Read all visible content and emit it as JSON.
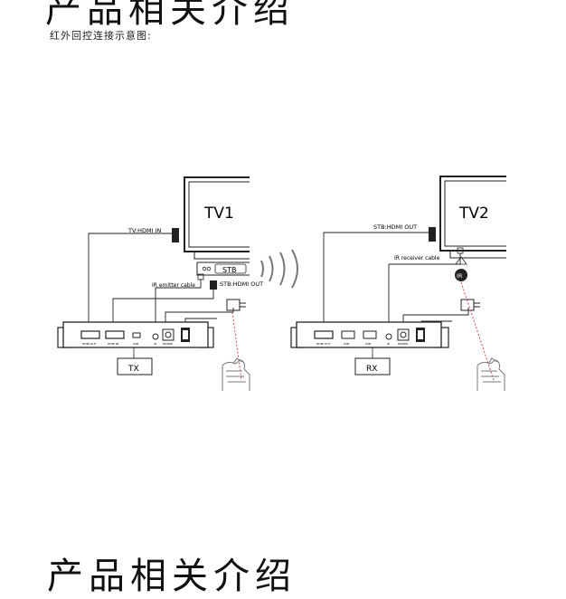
{
  "page": {
    "heading_top": "产品相关介绍",
    "subtitle": "红外回控连接示意图:",
    "heading_bottom": "产品相关介绍"
  },
  "tx_side": {
    "tv_label": "TV1",
    "hdmi_in_label": "TV:HDMI IN",
    "stb_label": "STB",
    "stb_hdmi_out_label": "STB:HDMI OUT",
    "ir_cable_label": "IR emitter cable",
    "box_label": "TX",
    "port_labels": [
      "HDMI OUT",
      "HDMI IN",
      "USB",
      "IR",
      "POWER"
    ]
  },
  "rx_side": {
    "tv_label": "TV2",
    "hdmi_out_label": "STB:HDMI OUT",
    "ir_cable_label": "IR receiver cable",
    "ir_badge": "IR",
    "box_label": "RX",
    "port_labels": [
      "HDMI OUT",
      "USB",
      "USB",
      "IR",
      "POWER"
    ]
  },
  "colors": {
    "line": "#222222",
    "laser": "#d94a4a",
    "gray": "#9a9a9a"
  }
}
